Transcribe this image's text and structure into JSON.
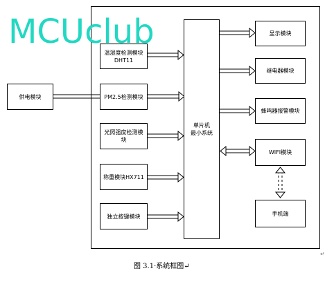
{
  "watermark": "MCUclub",
  "caption": "图 3.1·系统框图↵",
  "paragraph_mark": "↵",
  "blocks": {
    "power": "供电模块",
    "temp_humidity_line1": "温湿度检测模块",
    "temp_humidity_line2": "DHT11",
    "pm25": "PM2.5检测模块",
    "light": "光照强度检测模块",
    "weight": "称重模块HX711",
    "keys": "独立按键模块",
    "mcu_line1": "单片机",
    "mcu_line2": "最小系统",
    "display": "显示模块",
    "relay": "继电器模块",
    "buzzer": "蜂鸣器报警模块",
    "wifi": "WIFI模块",
    "phone": "手机端"
  }
}
